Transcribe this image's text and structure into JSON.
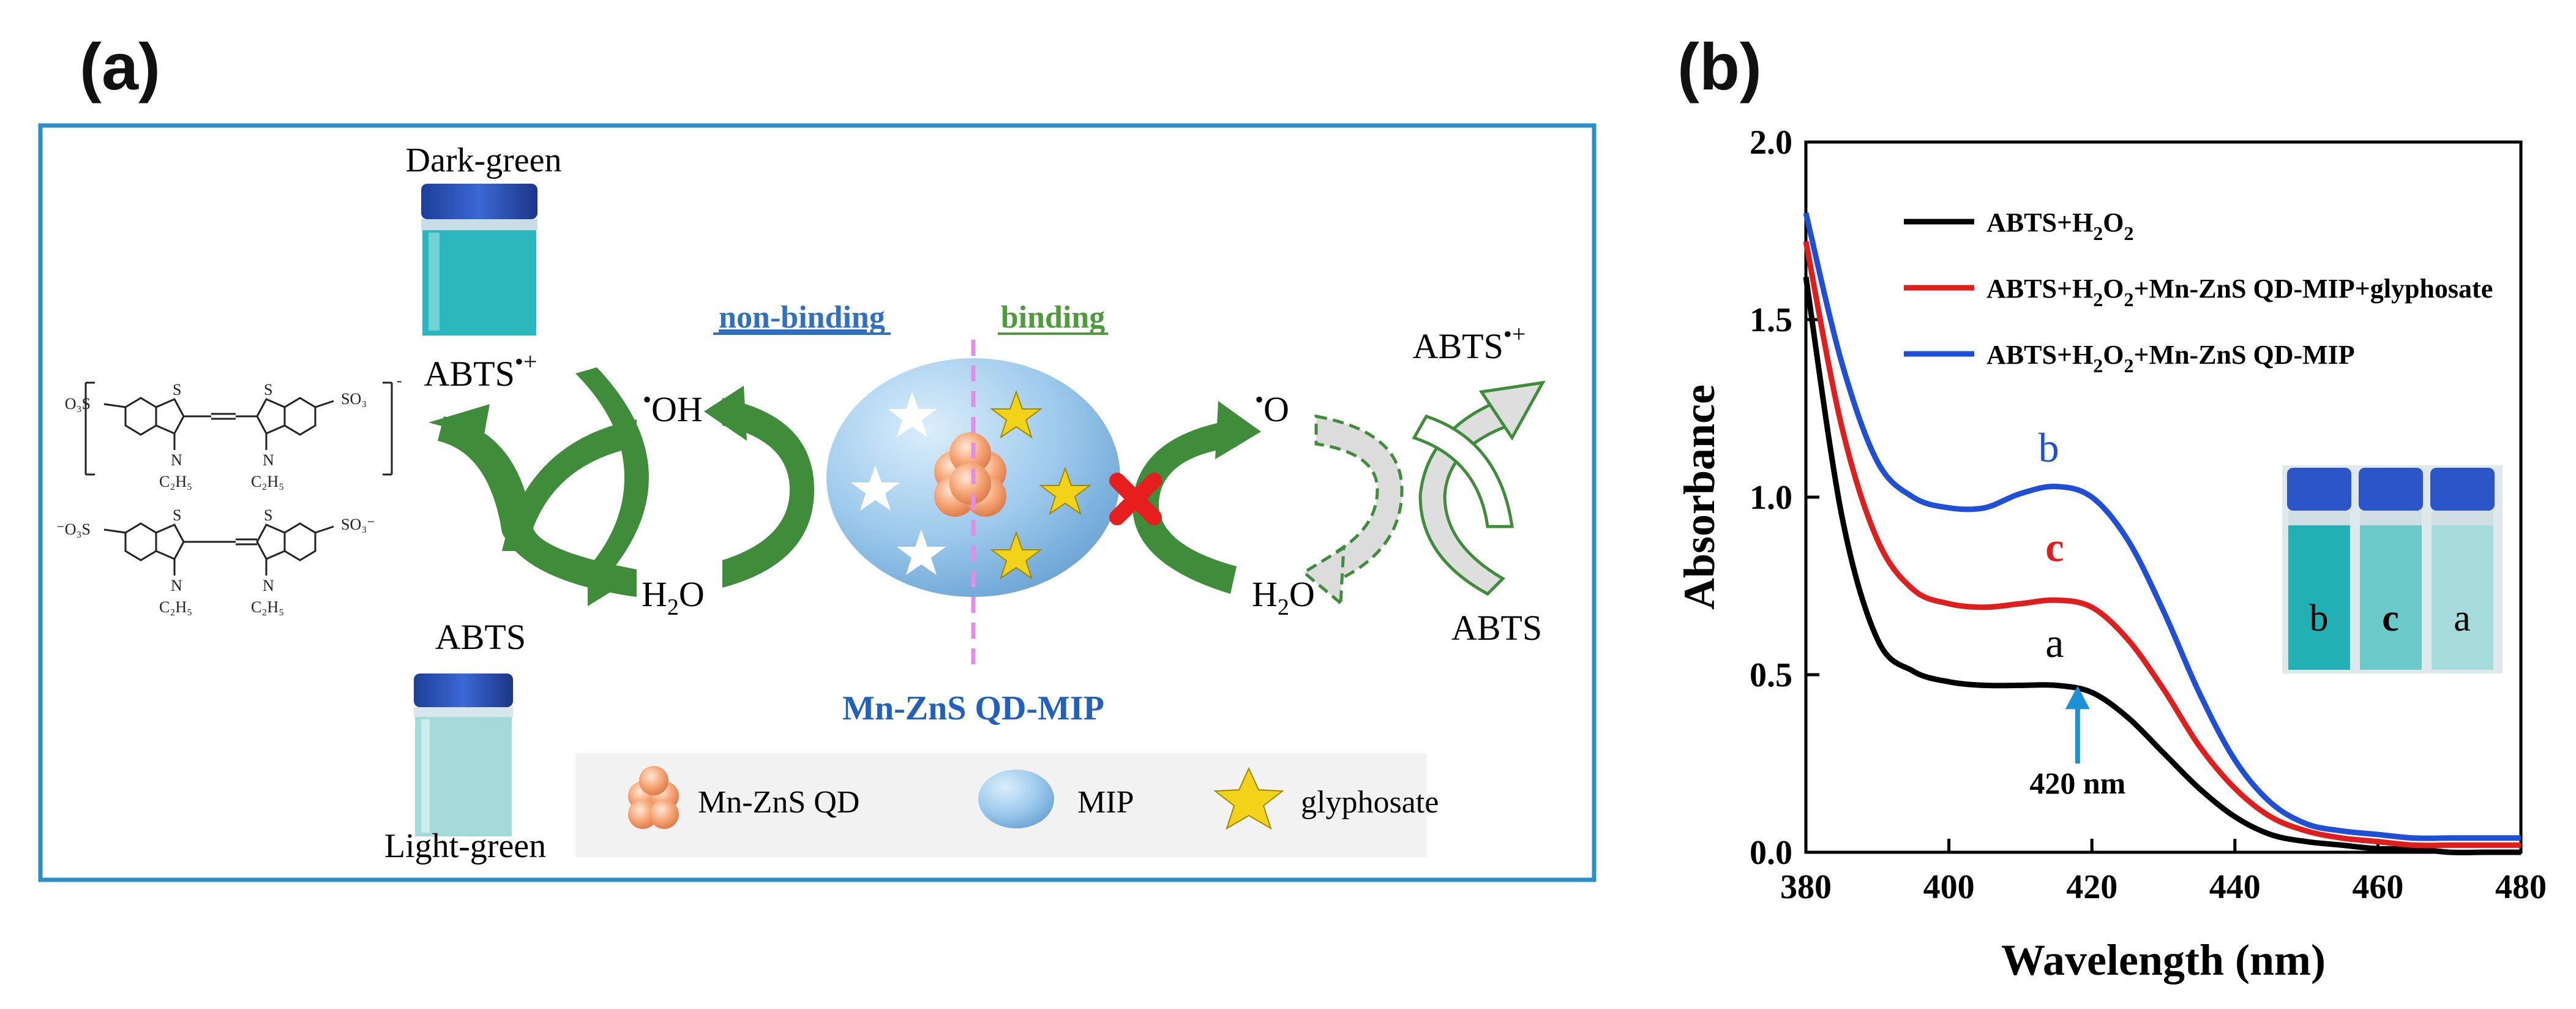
{
  "panel_a": {
    "label": "(a)",
    "vial_top_label": "Dark-green",
    "vial_bottom_label": "Light-green",
    "abts_radical_left": "ABTS",
    "abts_radical_right": "ABTS",
    "radical_superscript": "•+",
    "abts_left": "ABTS",
    "abts_right": "ABTS",
    "hydroxyl": "OH",
    "oxygen": "O",
    "water_main": "H",
    "water_sub": "2",
    "water_end": "O",
    "non_binding": "non-binding",
    "binding": "binding",
    "particle_title": "Mn-ZnS QD-MIP",
    "legend": {
      "qd": "Mn-ZnS QD",
      "mip": "MIP",
      "glyphosate": "glyphosate"
    },
    "chem": {
      "so3_left": "O₃S",
      "so3_right": "SO₃",
      "so3_left_anion": "⁻O₃S",
      "so3_right_anion": "SO₃⁻",
      "s_atom": "S",
      "n_atom": "N",
      "ethyl": "C₂H₅",
      "minus": "-"
    },
    "colors": {
      "frame": "#2b8fc7",
      "arrow_green": "#3f8c3a",
      "non_binding": "#2f6fc4",
      "binding": "#4f9a3c",
      "divider": "#e48ce8",
      "title_blue": "#2260c0",
      "mip": "#8fc3ea",
      "dark_green_liquid": "#2bb7bd",
      "light_green_liquid": "#a5dada"
    }
  },
  "panel_b": {
    "label": "(b)",
    "vial_labels": [
      "b",
      "c",
      "a"
    ],
    "arrow_label": "420 nm"
  },
  "chart_data": {
    "type": "line",
    "xlabel": "Wavelength (nm)",
    "ylabel": "Absorbance",
    "xlim": [
      380,
      480
    ],
    "ylim": [
      0,
      2.0
    ],
    "xticks": [
      380,
      400,
      420,
      440,
      460,
      480
    ],
    "yticks": [
      0.0,
      0.5,
      1.0,
      1.5,
      2.0
    ],
    "ytick_labels": [
      "0.0",
      "0.5",
      "1.0",
      "1.5",
      "2.0"
    ],
    "grid": false,
    "legend": "top-left",
    "legend_entries": [
      {
        "parts": [
          "ABTS+H",
          "2",
          "O",
          "2",
          ""
        ],
        "color": "#000000"
      },
      {
        "parts": [
          "ABTS+H",
          "2",
          "O",
          "2",
          "+Mn-ZnS QD-MIP+glyphosate"
        ],
        "color": "#e01e1e"
      },
      {
        "parts": [
          "ABTS+H",
          "2",
          "O",
          "2",
          "+Mn-ZnS QD-MIP"
        ],
        "color": "#1f4fd8"
      }
    ],
    "x": [
      380,
      385,
      390,
      395,
      400,
      405,
      410,
      415,
      420,
      425,
      430,
      435,
      440,
      445,
      450,
      455,
      460,
      465,
      470,
      475,
      480
    ],
    "series": [
      {
        "label": "a",
        "color": "#000000",
        "values": [
          1.62,
          0.95,
          0.6,
          0.51,
          0.48,
          0.47,
          0.47,
          0.47,
          0.45,
          0.38,
          0.28,
          0.18,
          0.1,
          0.05,
          0.03,
          0.02,
          0.01,
          0.01,
          0.0,
          0.0,
          0.0
        ]
      },
      {
        "label": "c",
        "color": "#e01e1e",
        "values": [
          1.72,
          1.2,
          0.88,
          0.74,
          0.7,
          0.69,
          0.7,
          0.71,
          0.69,
          0.6,
          0.46,
          0.3,
          0.18,
          0.1,
          0.06,
          0.04,
          0.03,
          0.02,
          0.02,
          0.02,
          0.02
        ]
      },
      {
        "label": "b",
        "color": "#1f4fd8",
        "values": [
          1.8,
          1.38,
          1.1,
          1.0,
          0.97,
          0.97,
          1.01,
          1.03,
          1.0,
          0.88,
          0.68,
          0.45,
          0.26,
          0.14,
          0.08,
          0.06,
          0.05,
          0.04,
          0.04,
          0.04,
          0.04
        ]
      }
    ],
    "curve_labels": [
      {
        "text": "b",
        "x": 412.5,
        "y": 1.1,
        "color": "#1f4fd8",
        "bold": false
      },
      {
        "text": "c",
        "x": 413.5,
        "y": 0.82,
        "color": "#e01e1e",
        "bold": true
      },
      {
        "text": "a",
        "x": 413.5,
        "y": 0.55,
        "color": "#000000",
        "bold": false
      }
    ],
    "annotation": {
      "text": "420 nm",
      "x": 418,
      "y": 0.2
    }
  }
}
